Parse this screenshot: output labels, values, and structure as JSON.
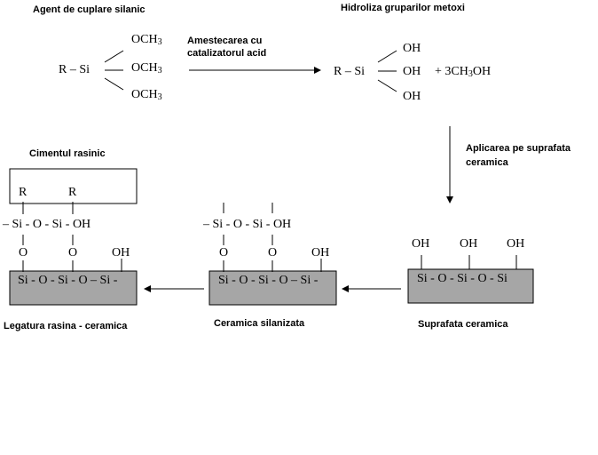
{
  "labels": {
    "silane_agent": "Agent de cuplare silanic",
    "hydrolysis": "Hidroliza gruparilor metoxi",
    "mixing_line1": "Amestecarea cu",
    "mixing_line2": "catalizatorul acid",
    "application_line1": "Aplicarea pe suprafata",
    "application_line2": "ceramica",
    "resin_cement": "Cimentul rasinic",
    "resin_ceramic_bond": "Legatura rasina - ceramica",
    "silanized_ceramic": "Ceramica silanizata",
    "ceramic_surface": "Suprafata ceramica"
  },
  "chem": {
    "r_si": "R – Si",
    "och3_main": "OCH",
    "och3_sub": "3",
    "oh": "OH",
    "methanol_prefix": "+ 3CH",
    "methanol_sub": "3",
    "methanol_suffix": "OH",
    "r": "R",
    "si_o_si_oh": "– Si - O - Si - OH",
    "o": "O",
    "surface_chain_4": "Si - O - Si - O – Si -",
    "surface_chain_3": "Si - O - Si - O - Si"
  }
}
